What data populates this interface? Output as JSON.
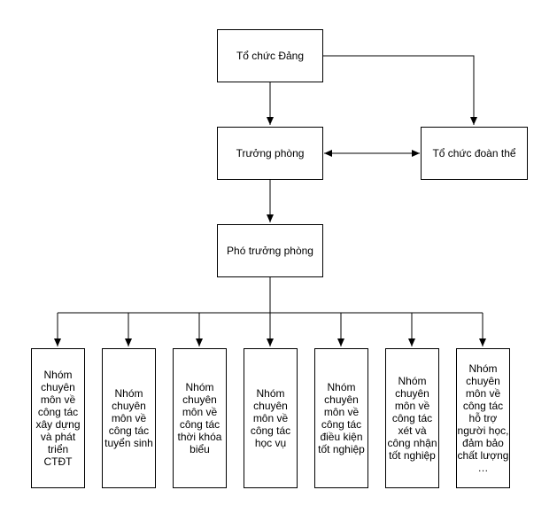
{
  "nodes": {
    "party": "Tổ chức Đảng",
    "head": "Trưởng phòng",
    "union": "Tổ chức đoàn thể",
    "deputy": "Phó trưởng phòng",
    "groups": [
      "Nhóm\nchuyên\nmôn về\ncông tác\nxây dựng\nvà phát\ntriển\nCTĐT",
      "Nhóm\nchuyên\nmôn về\ncông tác\ntuyển sinh",
      "Nhóm\nchuyên\nmôn về\ncông tác\nthời khóa\nbiểu",
      "Nhóm\nchuyên\nmôn về\ncông tác\nhọc vụ",
      "Nhóm\nchuyên\nmôn về\ncông tác\nđiều kiện\ntốt nghiệp",
      "Nhóm\nchuyên\nmôn về\ncông tác\nxét và\ncông nhận\ntốt nghiệp",
      "Nhóm\nchuyên\nmôn về\ncông tác\nhỗ trợ\nngười học,\nđảm bảo\nchất lượng\n…"
    ]
  },
  "colors": {
    "stroke": "#000000",
    "fill": "#ffffff"
  }
}
